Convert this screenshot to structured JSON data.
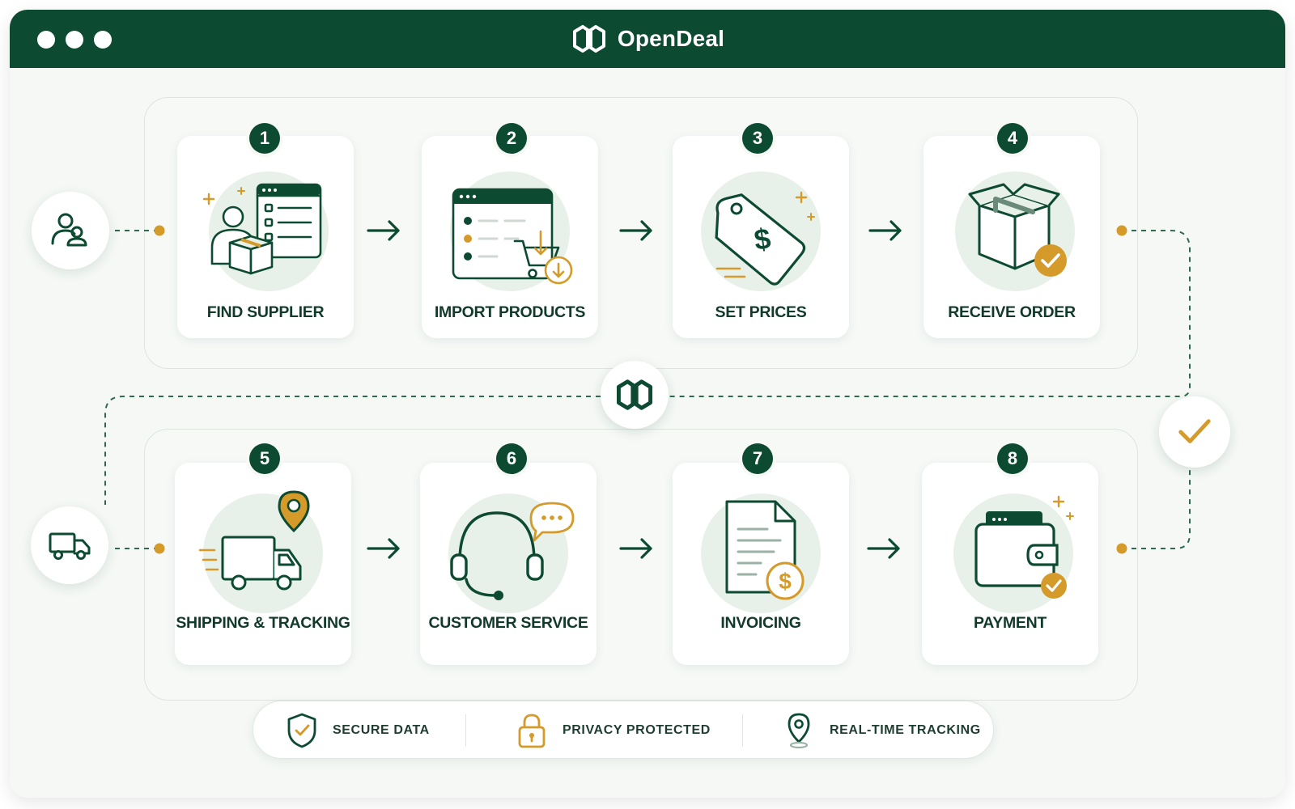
{
  "app": {
    "name": "OpenDeal"
  },
  "steps": [
    {
      "number": "1",
      "label": "FIND SUPPLIER",
      "icon": "supplier-icon"
    },
    {
      "number": "2",
      "label": "IMPORT PRODUCTS",
      "icon": "import-products-icon"
    },
    {
      "number": "3",
      "label": "SET PRICES",
      "icon": "price-tag-icon"
    },
    {
      "number": "4",
      "label": "RECEIVE ORDER",
      "icon": "order-box-icon"
    },
    {
      "number": "5",
      "label": "SHIPPING & TRACKING",
      "icon": "delivery-truck-icon"
    },
    {
      "number": "6",
      "label": "CUSTOMER SERVICE",
      "icon": "headset-icon"
    },
    {
      "number": "7",
      "label": "INVOICING",
      "icon": "invoice-icon"
    },
    {
      "number": "8",
      "label": "PAYMENT",
      "icon": "wallet-icon"
    }
  ],
  "side_icons": {
    "top_left": "users-icon",
    "bottom_left": "truck-icon",
    "hub": "opendeal-logo-icon",
    "right": "checkmark-icon"
  },
  "trust": [
    {
      "label": "SECURE DATA",
      "icon": "shield-check-icon"
    },
    {
      "label": "PRIVACY PROTECTED",
      "icon": "padlock-icon"
    },
    {
      "label": "REAL-TIME TRACKING",
      "icon": "location-pin-icon"
    }
  ],
  "colors": {
    "brand_green": "#0d4a32",
    "accent_gold": "#d49a2a",
    "soft_green": "#e8f0ea",
    "text_dark": "#123a2b"
  }
}
